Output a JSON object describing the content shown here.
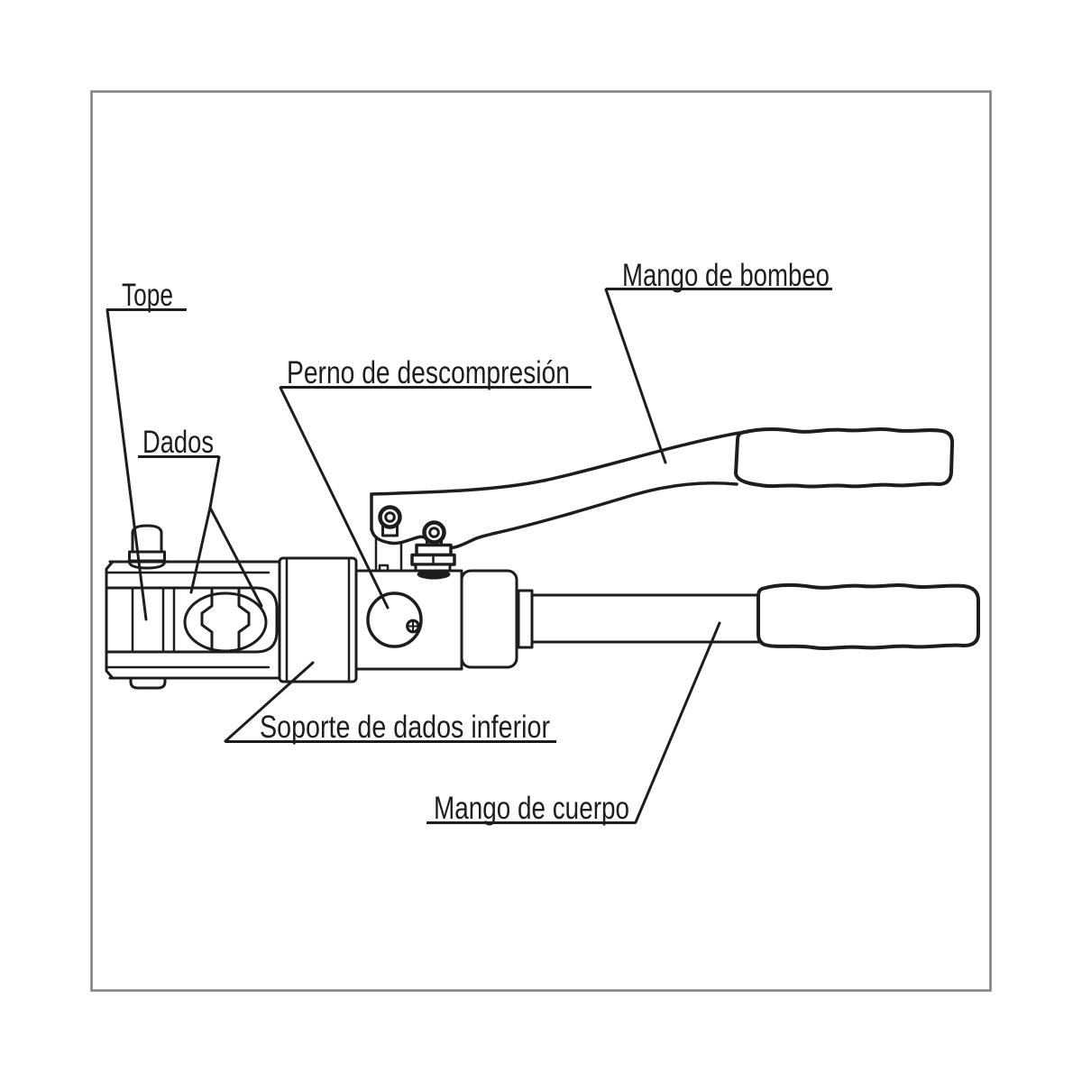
{
  "figure": {
    "title": "Hydraulic crimping tool parts diagram",
    "colors": {
      "background": "#ffffff",
      "frame": "#7f7f7f",
      "line": "#1d1d1b",
      "text": "#1d1d1b"
    }
  },
  "labels": {
    "tope": {
      "text": "Tope"
    },
    "dados": {
      "text": "Dados"
    },
    "perno": {
      "text": "Perno de descompresión"
    },
    "mango_bombeo": {
      "text": "Mango de bombeo"
    },
    "soporte": {
      "text": "Soporte de dados inferior"
    },
    "mango_cuerpo": {
      "text": "Mango de cuerpo"
    }
  }
}
